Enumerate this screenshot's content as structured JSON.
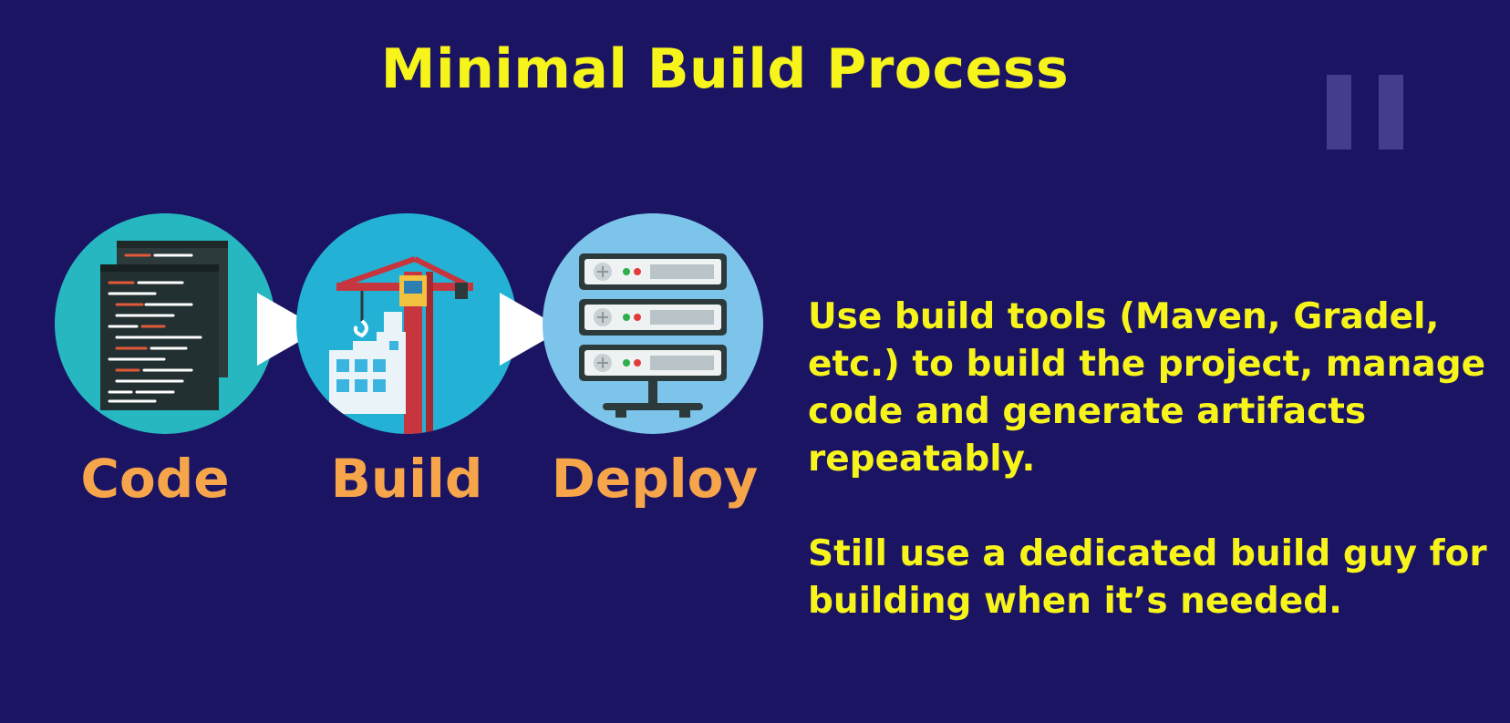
{
  "slide": {
    "title": "Minimal Build Process",
    "stages": [
      {
        "label": "Code",
        "icon": "code-editor-icon"
      },
      {
        "label": "Build",
        "icon": "construction-crane-icon"
      },
      {
        "label": "Deploy",
        "icon": "server-rack-icon"
      }
    ],
    "description": [
      "Use build tools (Maven, Gradel, etc.) to build the project, manage code and generate artifacts repeatably.",
      "Still use a dedicated build guy for building when it’s needed."
    ]
  },
  "colors": {
    "background": "#1b1462",
    "title": "#f7f41c",
    "stage_label": "#f6a54b",
    "description": "#f7f41c",
    "code_circle": "#27b7c0",
    "build_circle": "#23b2d6",
    "deploy_circle": "#7cc4ea"
  },
  "player": {
    "state_icon": "pause-icon"
  }
}
